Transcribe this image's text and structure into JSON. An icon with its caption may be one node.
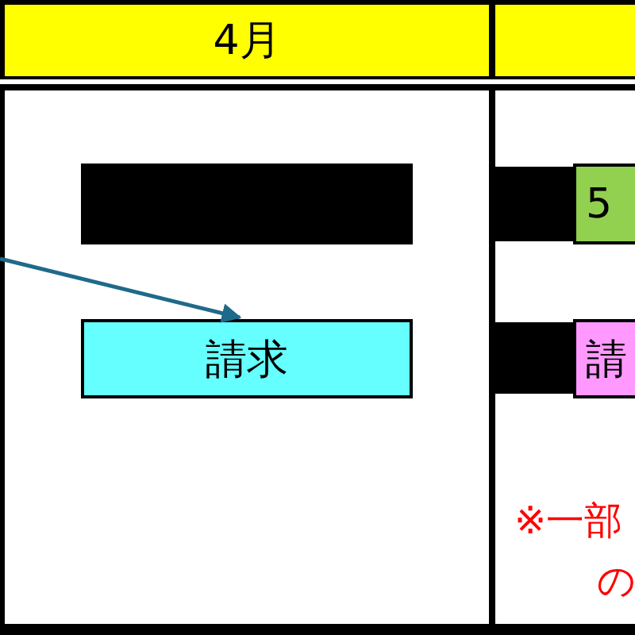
{
  "diagram": {
    "nodes": [
      {
        "text": [
          "4月"
        ]
      },
      {
        "text": [],
        "shape": "box"
      },
      {
        "text": [],
        "shape": "bar"
      },
      {
        "text": [
          "請求"
        ]
      },
      {
        "text": [],
        "shape": "bar"
      },
      {
        "text": [
          "5"
        ]
      },
      {
        "text": [],
        "shape": "bar"
      },
      {
        "text": [
          "請"
        ]
      }
    ],
    "edges": [
      {
        "from": null,
        "to": 3,
        "arrow": "to",
        "color": "#1f6a8a"
      }
    ],
    "labels": [
      "※一部",
      "の"
    ]
  }
}
